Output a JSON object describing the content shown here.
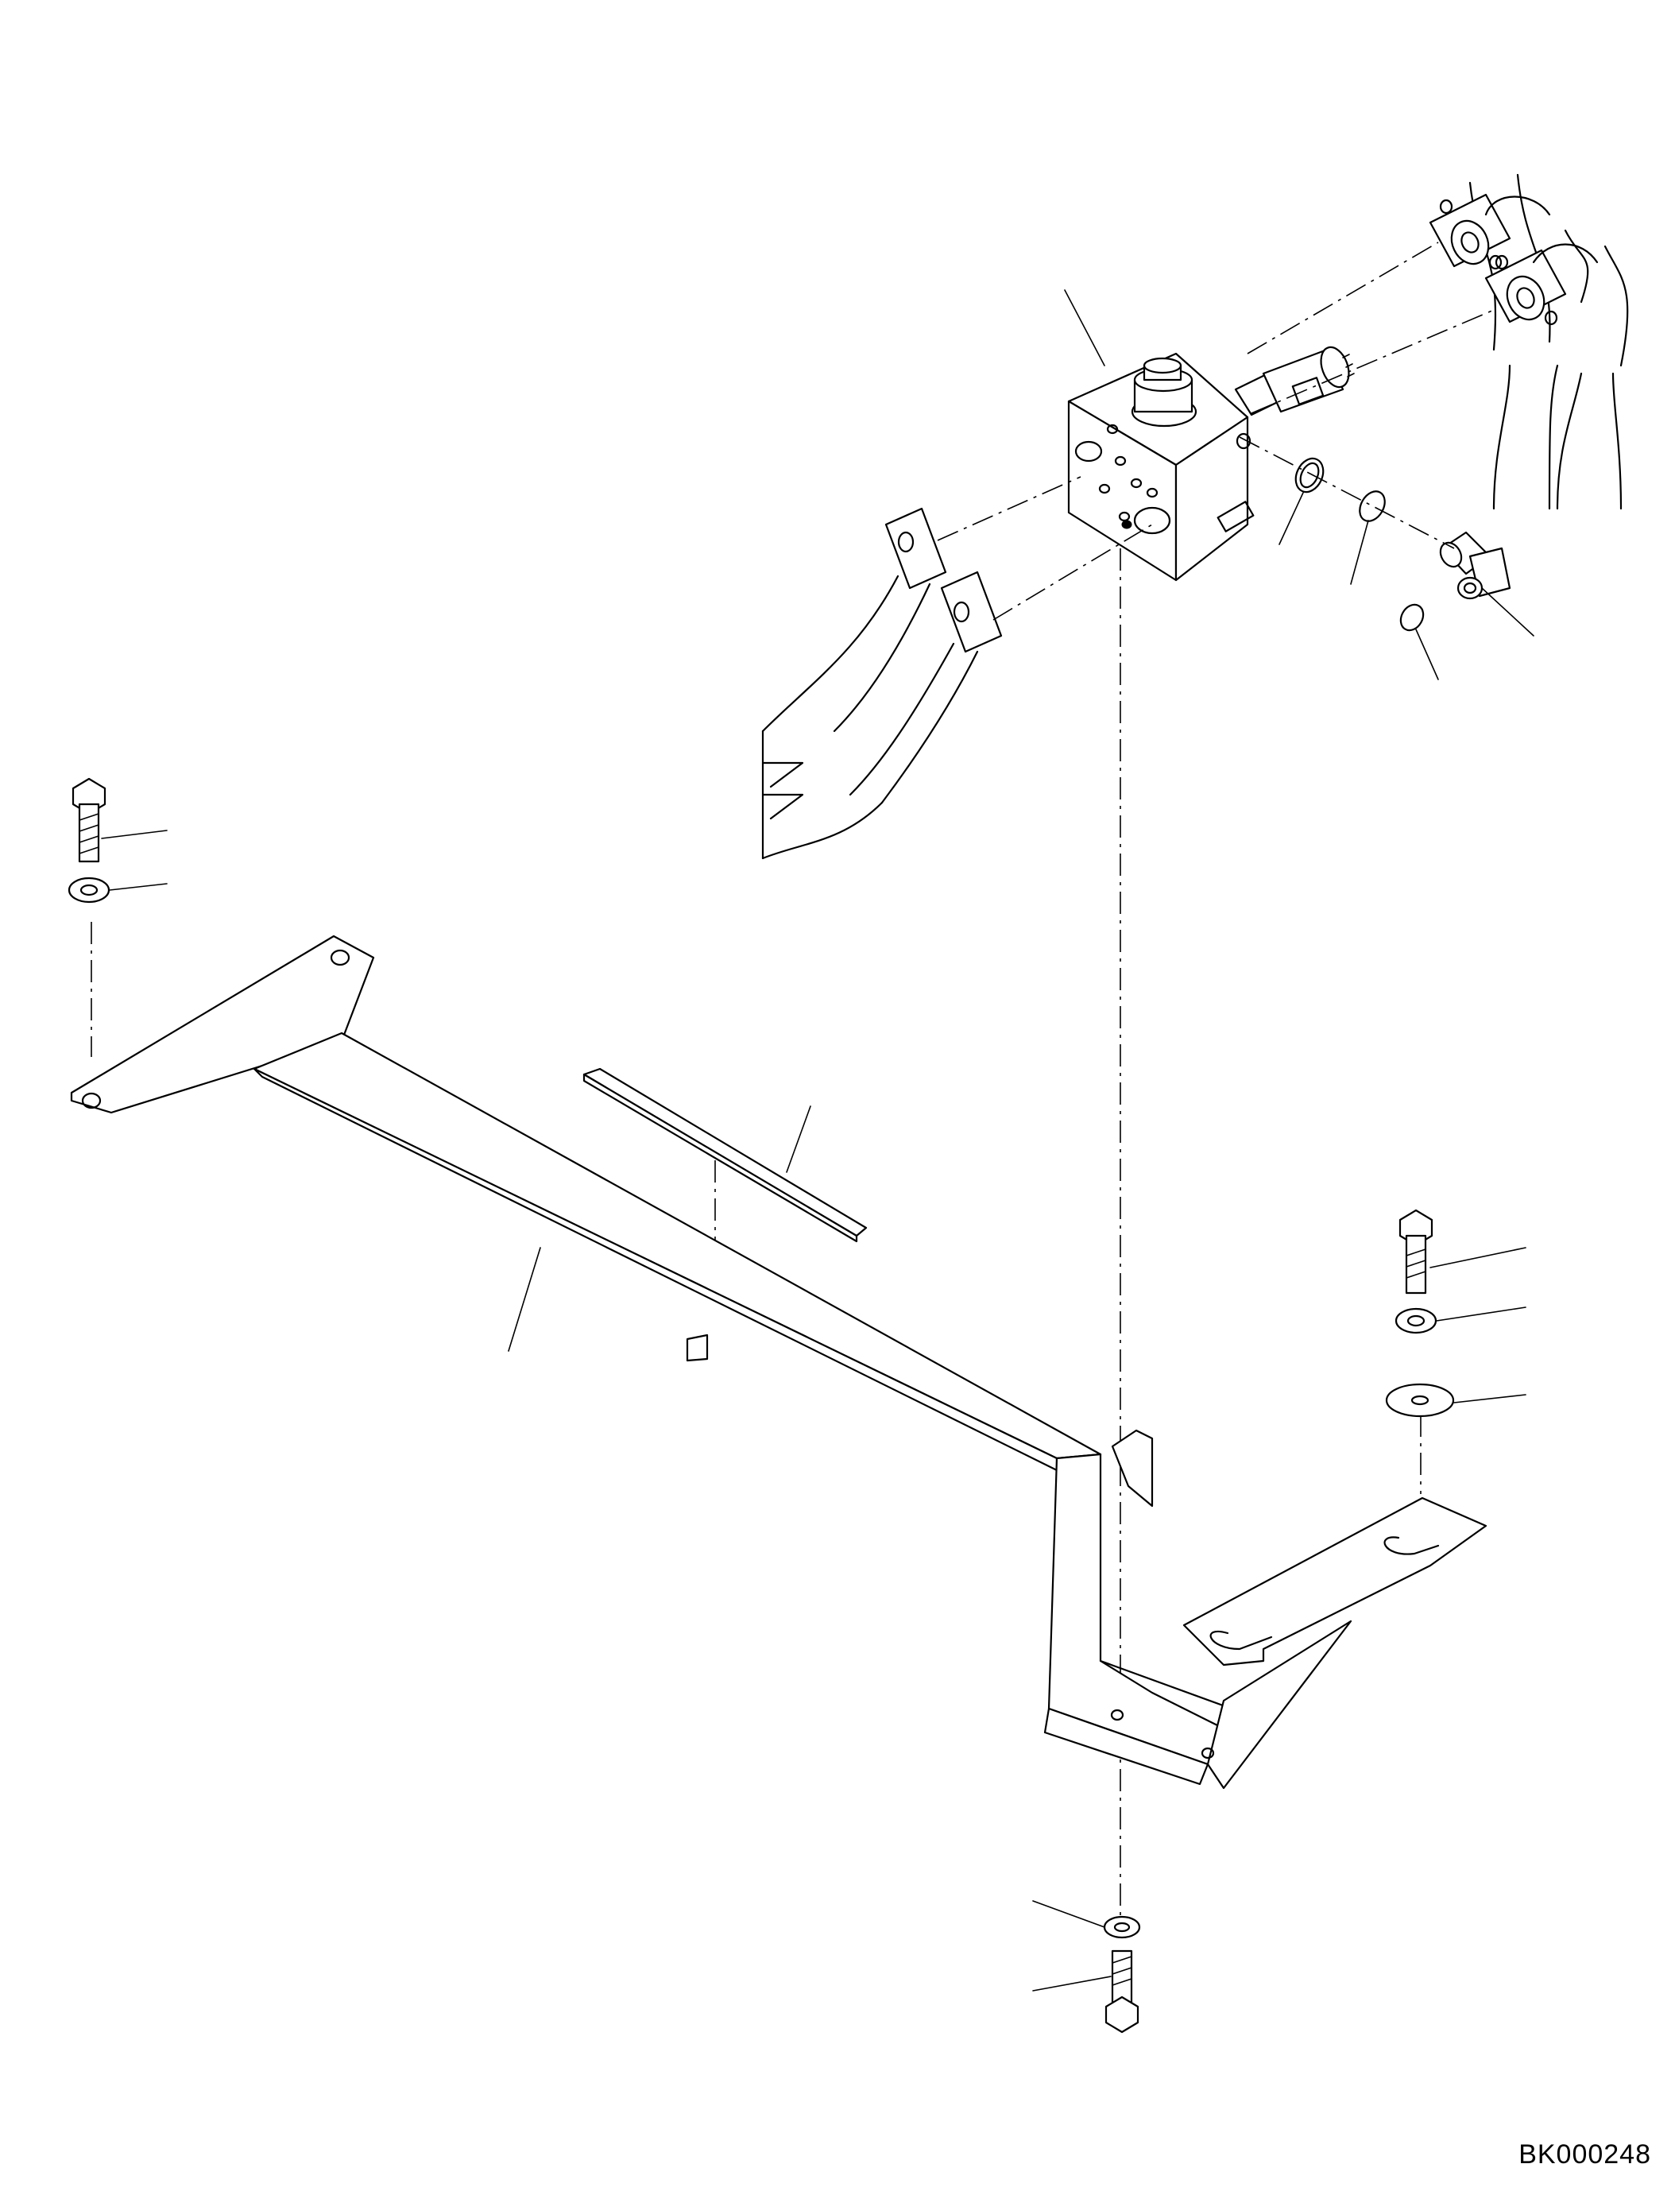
{
  "drawing": {
    "drawing_code": "BK000248"
  },
  "parts": [
    {
      "name": "valve-block"
    },
    {
      "name": "solenoid-connector"
    },
    {
      "name": "o-ring-large"
    },
    {
      "name": "o-ring-small"
    },
    {
      "name": "o-ring-tiny"
    },
    {
      "name": "elbow-fitting"
    },
    {
      "name": "hose-pair-right"
    },
    {
      "name": "hose-pair-left"
    },
    {
      "name": "mounting-bracket"
    },
    {
      "name": "rubber-pad"
    },
    {
      "name": "bolt-left"
    },
    {
      "name": "washer-left"
    },
    {
      "name": "bolt-right"
    },
    {
      "name": "washer-right"
    },
    {
      "name": "flat-washer-right"
    },
    {
      "name": "washer-bottom"
    },
    {
      "name": "bolt-bottom"
    }
  ]
}
